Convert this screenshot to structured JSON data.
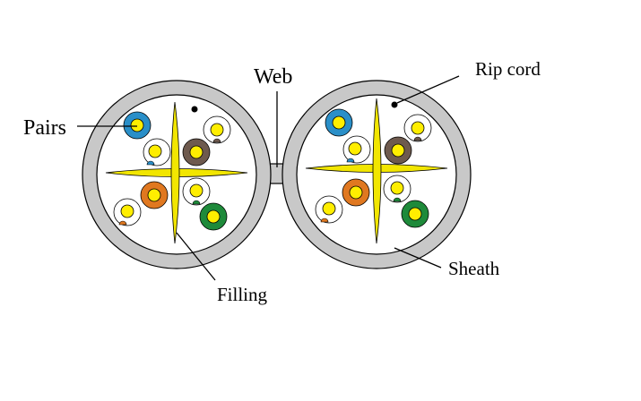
{
  "labels": {
    "web": "Web",
    "rip_cord": "Rip cord",
    "pairs": "Pairs",
    "sheath": "Sheath",
    "filling": "Filling"
  },
  "colors": {
    "sheath": "#c8c8c8",
    "filling": "#f2e600",
    "conductor": "#ffee00",
    "pair_blue": "#2a8fc8",
    "pair_brown": "#6e5a4e",
    "pair_orange": "#e07820",
    "pair_green": "#1e8a3a",
    "outline": "#000000"
  }
}
